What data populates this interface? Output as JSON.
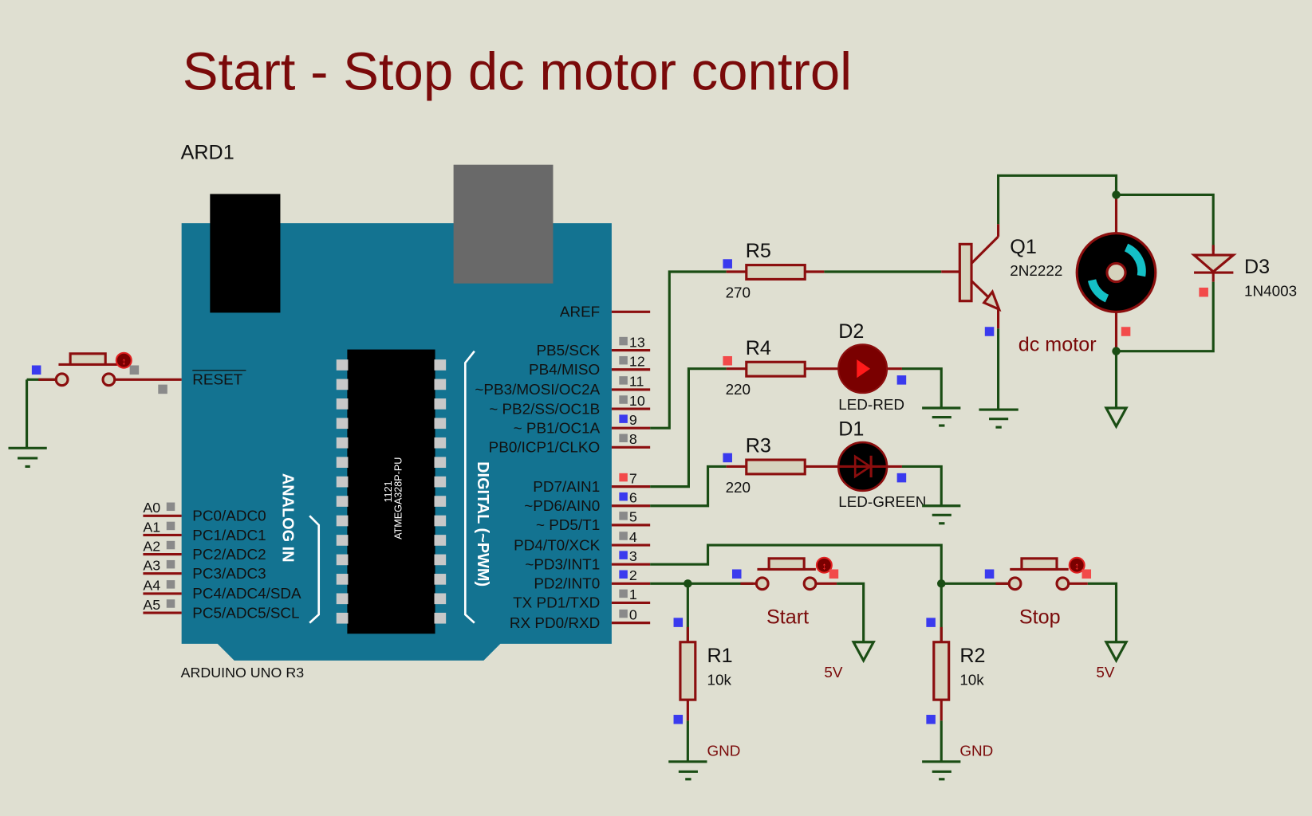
{
  "title": "Start - Stop dc motor control",
  "arduino": {
    "ref": "ARD1",
    "model": "ARDUINO UNO R3",
    "chip_line1": "1121",
    "chip_line2": "ATMEGA328P-PU",
    "analog_group_label": "ANALOG IN",
    "digital_group_label": "DIGITAL (~PWM)",
    "reset_label": "RESET",
    "aref_label": "AREF",
    "digital_pins": [
      {
        "num": "13",
        "name": "PB5/SCK",
        "state": "gray"
      },
      {
        "num": "12",
        "name": "PB4/MISO",
        "state": "gray"
      },
      {
        "num": "11",
        "name": "~PB3/MOSI/OC2A",
        "state": "gray"
      },
      {
        "num": "10",
        "name": "~ PB2/SS/OC1B",
        "state": "gray"
      },
      {
        "num": "9",
        "name": "~ PB1/OC1A",
        "state": "blue"
      },
      {
        "num": "8",
        "name": "PB0/ICP1/CLKO",
        "state": "gray"
      },
      {
        "num": "7",
        "name": "PD7/AIN1",
        "state": "red"
      },
      {
        "num": "6",
        "name": "~PD6/AIN0",
        "state": "blue"
      },
      {
        "num": "5",
        "name": "~ PD5/T1",
        "state": "gray"
      },
      {
        "num": "4",
        "name": "PD4/T0/XCK",
        "state": "gray"
      },
      {
        "num": "3",
        "name": "~PD3/INT1",
        "state": "blue"
      },
      {
        "num": "2",
        "name": "PD2/INT0",
        "state": "blue"
      },
      {
        "num": "1",
        "name": "TX PD1/TXD",
        "state": "gray"
      },
      {
        "num": "0",
        "name": "RX PD0/RXD",
        "state": "gray"
      }
    ],
    "analog_pins": [
      {
        "num": "A0",
        "name": "PC0/ADC0"
      },
      {
        "num": "A1",
        "name": "PC1/ADC1"
      },
      {
        "num": "A2",
        "name": "PC2/ADC2"
      },
      {
        "num": "A3",
        "name": "PC3/ADC3"
      },
      {
        "num": "A4",
        "name": "PC4/ADC4/SDA"
      },
      {
        "num": "A5",
        "name": "PC5/ADC5/SCL"
      }
    ]
  },
  "components": {
    "R5": {
      "ref": "R5",
      "value": "270"
    },
    "R4": {
      "ref": "R4",
      "value": "220"
    },
    "R3": {
      "ref": "R3",
      "value": "220"
    },
    "R1": {
      "ref": "R1",
      "value": "10k"
    },
    "R2": {
      "ref": "R2",
      "value": "10k"
    },
    "D2": {
      "ref": "D2",
      "value": "LED-RED"
    },
    "D1": {
      "ref": "D1",
      "value": "LED-GREEN"
    },
    "D3": {
      "ref": "D3",
      "value": "1N4003"
    },
    "Q1": {
      "ref": "Q1",
      "value": "2N2222"
    },
    "motor": {
      "label": "dc motor"
    },
    "start_button": {
      "label": "Start"
    },
    "stop_button": {
      "label": "Stop"
    }
  },
  "terminals": {
    "gnd_label": "GND",
    "power_label": "5V"
  },
  "colors": {
    "background": "#dfdfd1",
    "board": "#137391",
    "wire": "#1a4d14",
    "pin": "#8b0e0e",
    "title": "#7a0a0a",
    "logic_high": "#f24a4a",
    "logic_low": "#3a3aee",
    "logic_undefined": "#8a8a8a"
  }
}
